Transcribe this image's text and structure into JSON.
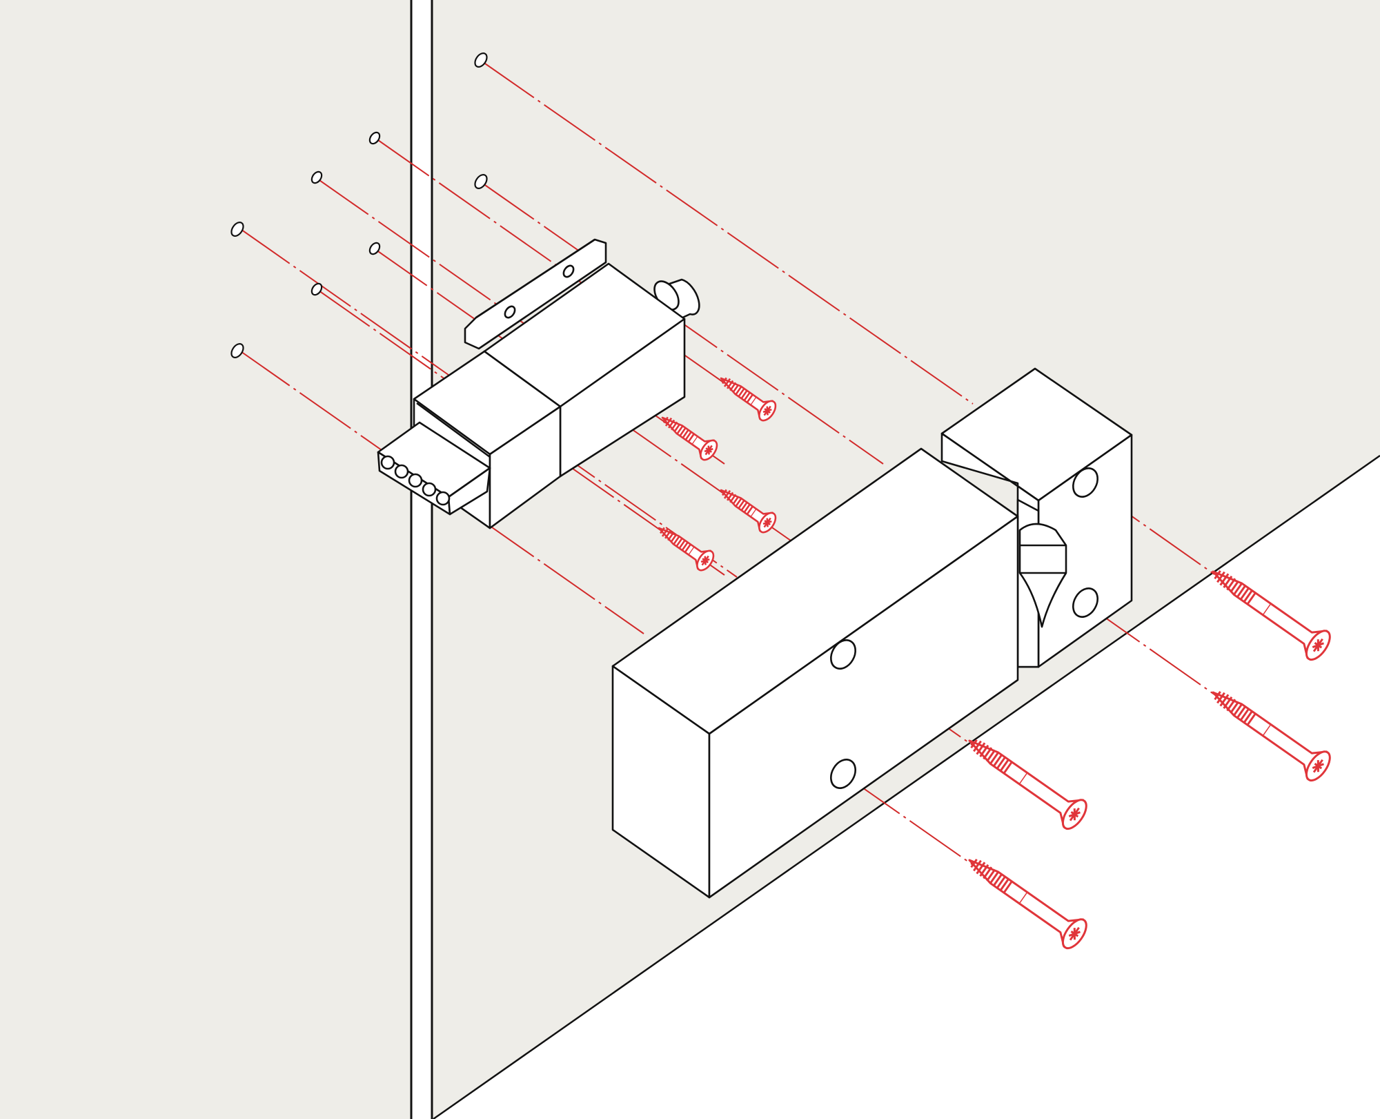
{
  "diagram": {
    "type": "exploded-isometric-assembly",
    "colors": {
      "wall": "#eeede8",
      "floor": "#ffffff",
      "outline": "#111111",
      "part_fill": "#ffffff",
      "guide": "#d22a2a",
      "screw": "#e0353a"
    },
    "components": [
      "cabinet-wall-panel",
      "door-edge",
      "floor-surface",
      "upper-mounting-plate",
      "upper-lock-housing",
      "lower-lock-body",
      "lower-strike-block",
      "latch-bolt",
      "cable-connector",
      "screw"
    ],
    "screw_count": 8,
    "hole_count": 14,
    "text": {}
  }
}
